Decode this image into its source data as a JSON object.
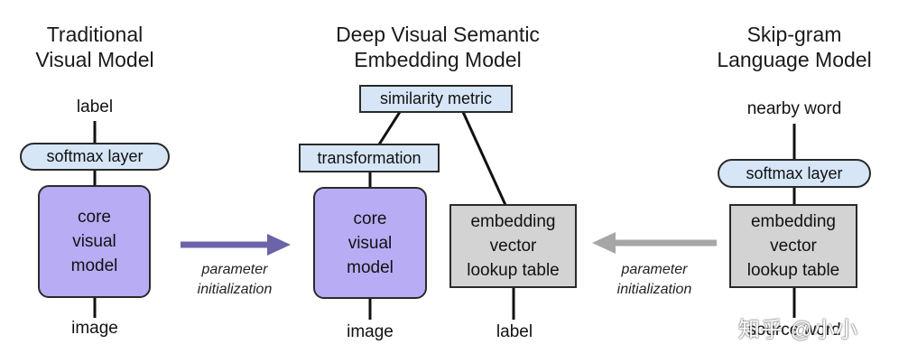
{
  "columns": {
    "left": {
      "title": [
        "Traditional",
        "Visual Model"
      ],
      "top_label": "label",
      "softmax": "softmax layer",
      "core": [
        "core",
        "visual",
        "model"
      ],
      "bottom_label": "image"
    },
    "middle": {
      "title": [
        "Deep Visual Semantic",
        "Embedding Model"
      ],
      "similarity": "similarity metric",
      "transformation": "transformation",
      "core": [
        "core",
        "visual",
        "model"
      ],
      "lookup": [
        "embedding",
        "vector",
        "lookup table"
      ],
      "bottom_label_image": "image",
      "bottom_label_label": "label"
    },
    "right": {
      "title": [
        "Skip-gram",
        "Language Model"
      ],
      "top_label": "nearby word",
      "softmax": "softmax layer",
      "lookup": [
        "embedding",
        "vector",
        "lookup table"
      ],
      "bottom_label": "source word"
    }
  },
  "arrows": {
    "left": {
      "caption": [
        "parameter",
        "initialization"
      ],
      "color": "#6b64a8"
    },
    "right": {
      "caption": [
        "parameter",
        "initialization"
      ],
      "color": "#a6a6a6"
    }
  },
  "watermark": "知乎 @小小"
}
